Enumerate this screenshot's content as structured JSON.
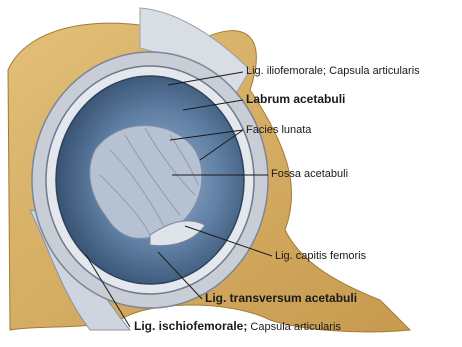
{
  "labels": {
    "lig_iliofemorale": "Lig. iliofemorale; Capsula articularis",
    "labrum": "Labrum acetabuli",
    "facies_lunata": "Facies lunata",
    "fossa": "Fossa acetabuli",
    "lig_capitis": "Lig. capitis femoris",
    "lig_transversum": "Lig. transversum acetabuli",
    "lig_ischio_bold": "Lig. ischiofemorale;",
    "lig_ischio_rest": " Capsula articularis"
  },
  "colors": {
    "bone": "#d6ae63",
    "capsule": "#c9cdd6",
    "cavity": "#5f7fa4",
    "fossa": "#b6c2d2"
  }
}
